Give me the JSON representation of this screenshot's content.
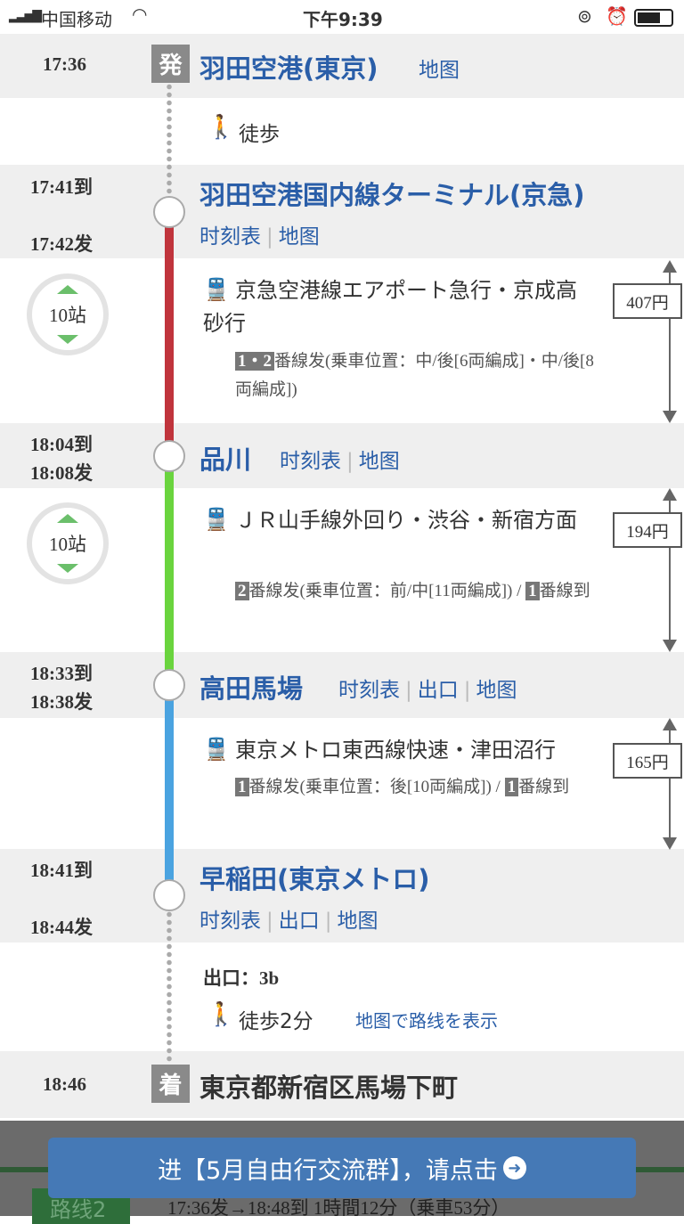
{
  "status_bar": {
    "carrier": "中国移动",
    "time": "下午9:39"
  },
  "departure": {
    "time": "17:36",
    "badge": "発",
    "station": "羽田空港(東京)",
    "map": "地图"
  },
  "walk1": {
    "label": "徒歩"
  },
  "stations": [
    {
      "arr": "17:41到",
      "dep": "17:42发",
      "name": "羽田空港国内線ターミナル(京急)",
      "links": [
        "时刻表",
        "地图"
      ]
    },
    {
      "arr": "18:04到",
      "dep": "18:08发",
      "name": "品川",
      "links": [
        "时刻表",
        "地图"
      ]
    },
    {
      "arr": "18:33到",
      "dep": "18:38发",
      "name": "高田馬場",
      "links": [
        "时刻表",
        "出口",
        "地图"
      ]
    },
    {
      "arr": "18:41到",
      "dep": "18:44发",
      "name": "早稲田(東京メトロ)",
      "links": [
        "时刻表",
        "出口",
        "地图"
      ]
    }
  ],
  "segments": [
    {
      "color": "#c0343c",
      "stops": "10站",
      "train": "京急空港線エアポート急行・京成高砂行",
      "plat1": "1・2",
      "plat_text": "番線发(乗車位置：中/後[6両編成]・中/後[8両編成])",
      "fare": "407円"
    },
    {
      "color": "#6ad43e",
      "stops": "10站",
      "train": "ＪＲ山手線外回り・渋谷・新宿方面",
      "plat1": "2",
      "plat_text": "番線发(乗車位置：前/中[11両編成]) / ",
      "plat2": "1",
      "plat_text2": "番線到",
      "fare": "194円"
    },
    {
      "color": "#4aa3e0",
      "train": "東京メトロ東西線快速・津田沼行",
      "plat1": "1",
      "plat_text": "番線发(乗車位置：後[10両編成]) / ",
      "plat2": "1",
      "plat_text2": "番線到",
      "fare": "165円"
    }
  ],
  "exit": {
    "label": "出口：",
    "value": "3b",
    "walk": "徒歩2分",
    "route_link": "地图で路线を表示"
  },
  "arrival": {
    "time": "18:46",
    "badge": "着",
    "place": "東京都新宿区馬場下町"
  },
  "banner": {
    "text": "进【5月自由行交流群】，请点击"
  },
  "behind": {
    "route": "路线2",
    "summary": "17:36发→18:48到 1時間12分（乗車53分）"
  }
}
